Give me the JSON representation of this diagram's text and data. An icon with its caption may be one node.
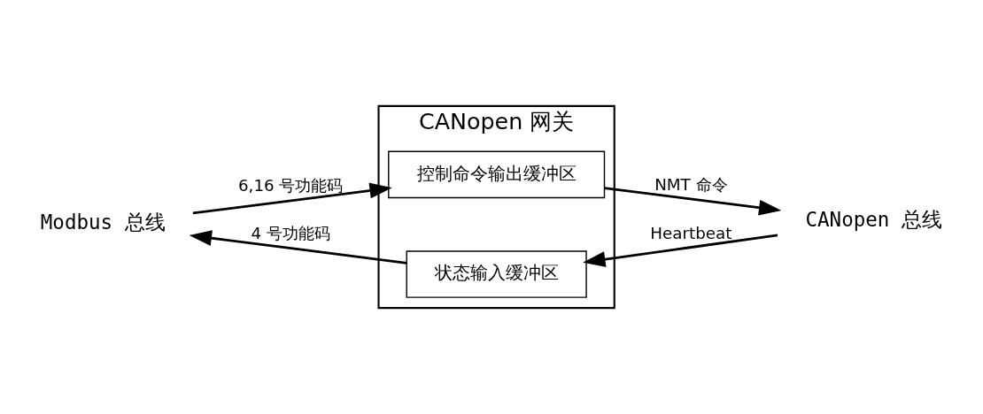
{
  "diagram": {
    "nodes": [
      {
        "text": [
          "Modbus 总线"
        ]
      },
      {
        "text": [
          "CANopen 网关"
        ]
      },
      {
        "text": [
          "控制命令输出缓冲区"
        ],
        "in": 1
      },
      {
        "text": [
          "状态输入缓冲区"
        ],
        "in": 1
      },
      {
        "text": [
          "CANopen 总线"
        ]
      }
    ],
    "edges": [
      {
        "from": 0,
        "to": 2,
        "arrow": "to",
        "label": "6,16 号功能码"
      },
      {
        "from": 2,
        "to": 4,
        "arrow": "to",
        "label": "NMT 命令"
      },
      {
        "from": 4,
        "to": 3,
        "arrow": "to",
        "label": "Heartbeat"
      },
      {
        "from": 3,
        "to": 0,
        "arrow": "to",
        "label": "4 号功能码"
      }
    ]
  }
}
